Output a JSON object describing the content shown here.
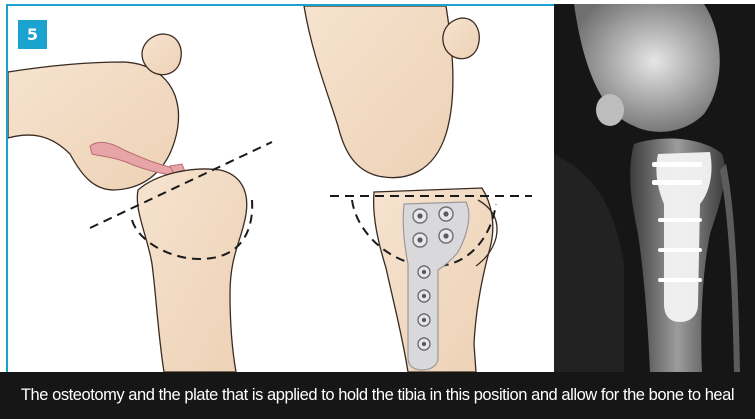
{
  "figure": {
    "number": "5",
    "caption": "The osteotomy and the plate that is applied to hold the tibia in this position and allow for the bone to heal"
  },
  "colors": {
    "accent": "#1aa3cf",
    "bone_fill": "#f3dcc4",
    "bone_stroke": "#3a2b22",
    "ligament": "#e8a5a8",
    "plate": "#d9d9db",
    "screw": "#8a8a8a",
    "caption_bg": "#161616",
    "caption_text": "#ffffff"
  },
  "panels": [
    {
      "id": "before",
      "label": "stifle-before-osteotomy"
    },
    {
      "id": "after",
      "label": "stifle-after-plating"
    },
    {
      "id": "xray",
      "label": "radiograph"
    }
  ]
}
